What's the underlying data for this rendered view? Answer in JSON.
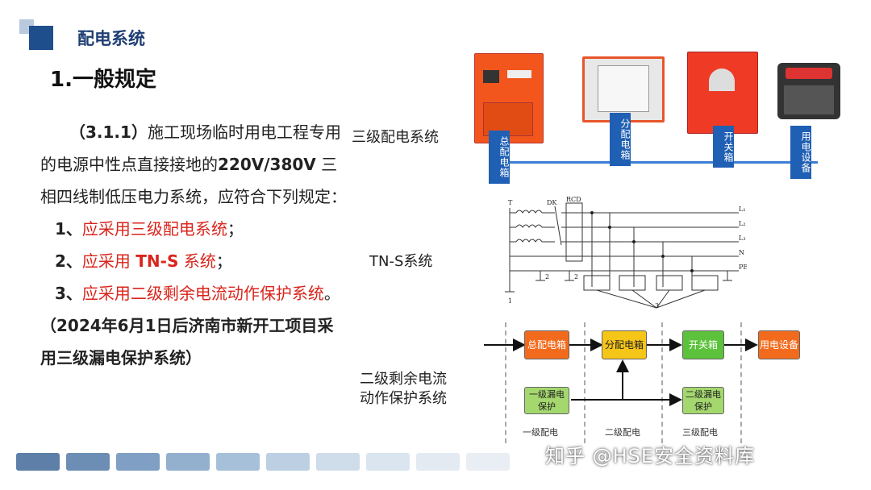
{
  "header": {
    "section_title": "配电系统",
    "heading": "1.一般规定"
  },
  "body": {
    "clause": "（3.1.1）",
    "text_1": "施工现场临时用电工程专用的电源中性点直接接地的",
    "text_bold": "220V/380V",
    "text_2": " 三相四线制低压电力系统，应符合下列规定：",
    "items": [
      {
        "num": "1、",
        "text": "应采用三级配电系统",
        "suffix": "；"
      },
      {
        "num": "2、",
        "text_a": "应采用 ",
        "text_bold": "TN-S",
        "text_b": " 系统",
        "suffix": "；"
      },
      {
        "num": "3、",
        "text": "应采用二级剩余电流动作保护系统",
        "suffix": "。"
      }
    ],
    "note": "（2024年6月1日后济南市新开工项目采用三级漏电保护系统）"
  },
  "labels": {
    "three_level": "三级配电系统",
    "tns": "TN-S系统",
    "rcd_line1": "二级剩余电流",
    "rcd_line2": "动作保护系统"
  },
  "photos": {
    "main_box": "总配电箱",
    "dist_box": "分配电箱",
    "switch_box": "开关箱",
    "equipment": "用电设备"
  },
  "schematic": {
    "t": "T",
    "dk": "DK",
    "rcd": "RCD",
    "l1": "L₁",
    "l2": "L₂",
    "l3": "L₃",
    "n": "N",
    "pe": "PE",
    "num1": "1",
    "num2a": "2",
    "num2b": "2",
    "num3": "3"
  },
  "flow": {
    "main": "总配电箱",
    "dist": "分配电箱",
    "switch": "开关箱",
    "equip": "用电设备",
    "rcd1": "一级漏电保护",
    "rcd2": "二级漏电保护",
    "level1": "一级配电",
    "level2": "二级配电",
    "level3": "三级配电"
  },
  "watermark": "知乎 @HSE安全资料库",
  "colors": {
    "accent": "#1f4e8c",
    "red": "#d9251c",
    "orange_box": "#f26b1d",
    "yellow_box": "#f5c518",
    "green_box": "#5cc23c",
    "light_green_box": "#a4d86e"
  }
}
